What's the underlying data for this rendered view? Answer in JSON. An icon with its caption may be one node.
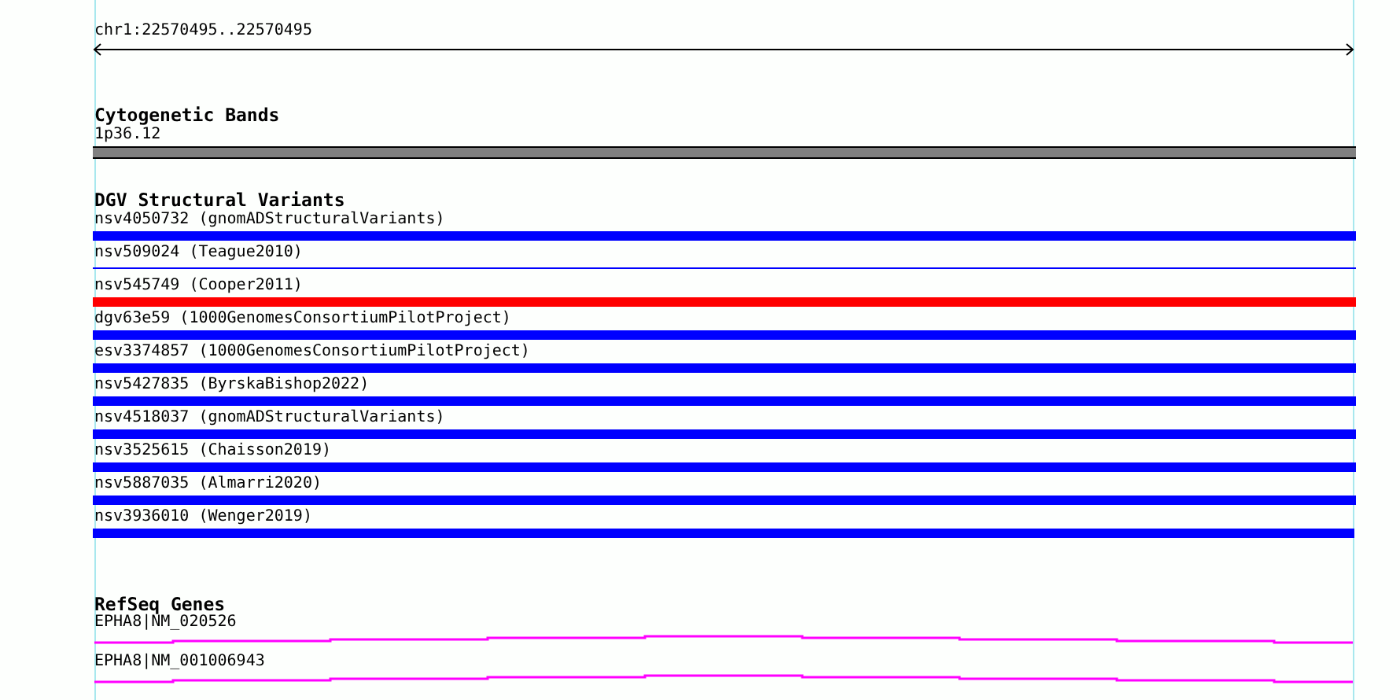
{
  "diagram": {
    "nodes": [
      {
        "text": [
          "1p36.12"
        ]
      },
      {
        "text": [
          "nsv4050732 (gnomADStructuralVariants)"
        ]
      },
      {
        "text": [
          "nsv509024 (Teague2010)"
        ]
      },
      {
        "text": [
          "nsv545749 (Cooper2011)"
        ]
      },
      {
        "text": [
          "dgv63e59 (1000GenomesConsortiumPilotProject)"
        ]
      },
      {
        "text": [
          "esv3374857 (1000GenomesConsortiumPilotProject)"
        ]
      },
      {
        "text": [
          "nsv5427835 (ByrskaBishop2022)"
        ]
      },
      {
        "text": [
          "nsv4518037 (gnomADStructuralVariants)"
        ]
      },
      {
        "text": [
          "nsv3525615 (Chaisson2019)"
        ]
      },
      {
        "text": [
          "nsv5887035 (Almarri2020)"
        ]
      },
      {
        "text": [
          "nsv3936010 (Wenger2019)"
        ]
      },
      {
        "text": [
          "EPHA8|NM_020526"
        ]
      },
      {
        "text": [
          "EPHA8|NM_001006943"
        ]
      }
    ],
    "edges": [],
    "labels": [
      "chr1:22570495..22570495",
      "Cytogenetic Bands",
      "DGV Structural Variants",
      "RefSeq Genes"
    ]
  }
}
